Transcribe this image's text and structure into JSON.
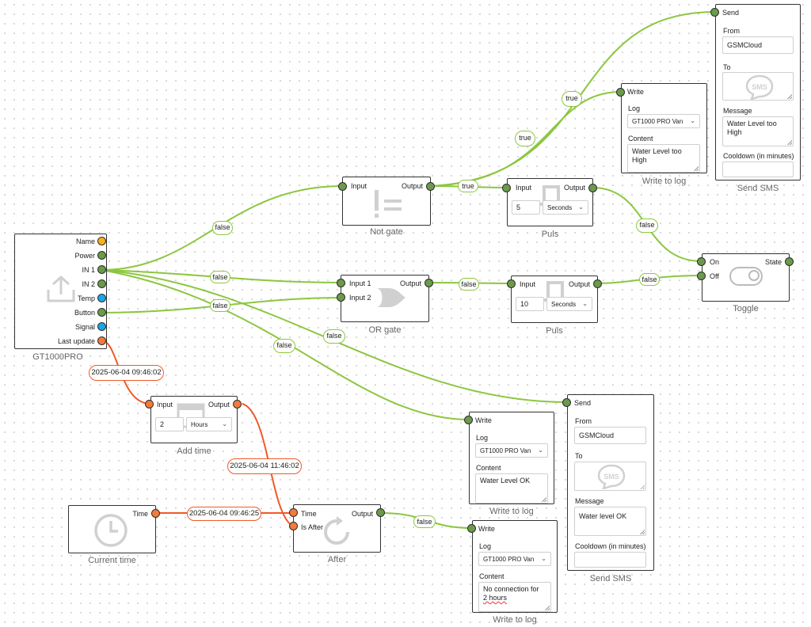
{
  "nodes": {
    "gt1000": {
      "title": "GT1000PRO",
      "ports": [
        "Name",
        "Power",
        "IN 1",
        "IN 2",
        "Temp",
        "Button",
        "Signal",
        "Last update"
      ]
    },
    "not_gate": {
      "title": "Not gate",
      "input": "Input",
      "output": "Output"
    },
    "or_gate": {
      "title": "OR gate",
      "input1": "Input 1",
      "input2": "Input 2",
      "output": "Output"
    },
    "puls_top": {
      "title": "Puls",
      "input": "Input",
      "output": "Output",
      "value": "5",
      "unit": "Seconds"
    },
    "puls_mid": {
      "title": "Puls",
      "input": "Input",
      "output": "Output",
      "value": "10",
      "unit": "Seconds"
    },
    "toggle": {
      "title": "Toggle",
      "on": "On",
      "off": "Off",
      "state": "State"
    },
    "add_time": {
      "title": "Add time",
      "input": "Input",
      "output": "Output",
      "value": "2",
      "unit": "Hours"
    },
    "current_time": {
      "title": "Current time",
      "time": "Time"
    },
    "after": {
      "title": "After",
      "time": "Time",
      "is_after": "Is After",
      "output": "Output"
    },
    "write_top": {
      "title": "Write to log",
      "write": "Write",
      "log_label": "Log",
      "log_value": "GT1000 PRO Van",
      "content_label": "Content",
      "content_value": "Water Level too High"
    },
    "write_mid": {
      "title": "Write to log",
      "write": "Write",
      "log_label": "Log",
      "log_value": "GT1000 PRO Van",
      "content_label": "Content",
      "content_value": "Water Level OK"
    },
    "write_bot": {
      "title": "Write to log",
      "write": "Write",
      "log_label": "Log",
      "log_value": "GT1000 PRO Van",
      "content_label": "Content",
      "content_value_1": "No connection for",
      "content_value_2": "2 hours"
    },
    "sms_top": {
      "title": "Send SMS",
      "send": "Send",
      "from_label": "From",
      "from_value": "GSMCloud",
      "to_label": "To",
      "message_label": "Message",
      "message_value": "Water Level too High",
      "cooldown_label": "Cooldown (in minutes)"
    },
    "sms_bot": {
      "title": "Send SMS",
      "send": "Send",
      "from_label": "From",
      "from_value": "GSMCloud",
      "to_label": "To",
      "message_label": "Message",
      "message_value": "Water level OK",
      "cooldown_label": "Cooldown (in minutes)"
    }
  },
  "pills": {
    "false_not": "false",
    "false_in1_or": "false",
    "false_button_or": "false",
    "false_write_mid": "false",
    "false_sms_bot": "false",
    "true_not_out": "true",
    "true_write_top": "true",
    "true_sms_top": "true",
    "false_or_puls": "false",
    "false_puls_toggle": "false",
    "false_puls_top_toggle": "false",
    "false_after_write": "false",
    "ts_last_update": "2025-06-04 09:46:02",
    "ts_add_time": "2025-06-04 11:46:02",
    "ts_current_time": "2025-06-04 09:46:25"
  },
  "colors": {
    "wire_green": "#8cc63f",
    "wire_orange": "#f05a28",
    "port_green": "#6a9a4a",
    "port_orange": "#f47a3a",
    "port_yellow": "#f5b21a",
    "port_blue": "#19a6e6"
  },
  "icons": [
    "upload-icon",
    "not-equal-icon",
    "or-gate-icon",
    "pulse-icon",
    "toggle-switch-icon",
    "calendar-icon",
    "clock-icon",
    "after-icon",
    "log-icon",
    "sms-icon"
  ]
}
